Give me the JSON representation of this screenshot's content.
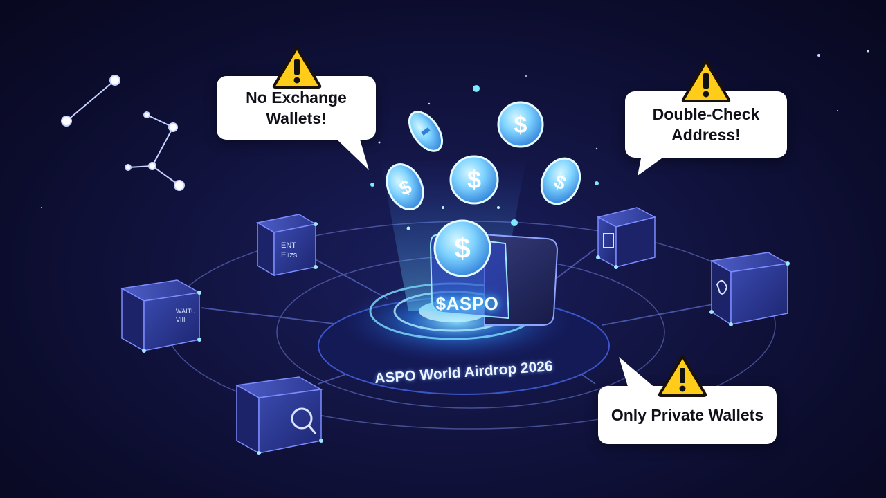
{
  "warnings": {
    "no_exchange": {
      "line1": "No Exchange",
      "line2": "Wallets!",
      "icon": "warning-triangle-icon"
    },
    "double_check": {
      "line1": "Double-Check",
      "line2": "Address!",
      "icon": "warning-triangle-icon"
    },
    "only_private": {
      "text": "Only Private Wallets",
      "icon": "warning-triangle-icon"
    }
  },
  "wallet": {
    "token_label": "$ASPO"
  },
  "platform": {
    "title": "ASPO World Airdrop 2026"
  },
  "coins": {
    "symbol": "$"
  },
  "cubes": {
    "left_top_text": "ENT Elizs",
    "left_mid_text": "WAITU VIII"
  },
  "colors": {
    "accent": "#4fd8ff",
    "warning": "#ffcc1a",
    "background": "#0c0d2e"
  }
}
